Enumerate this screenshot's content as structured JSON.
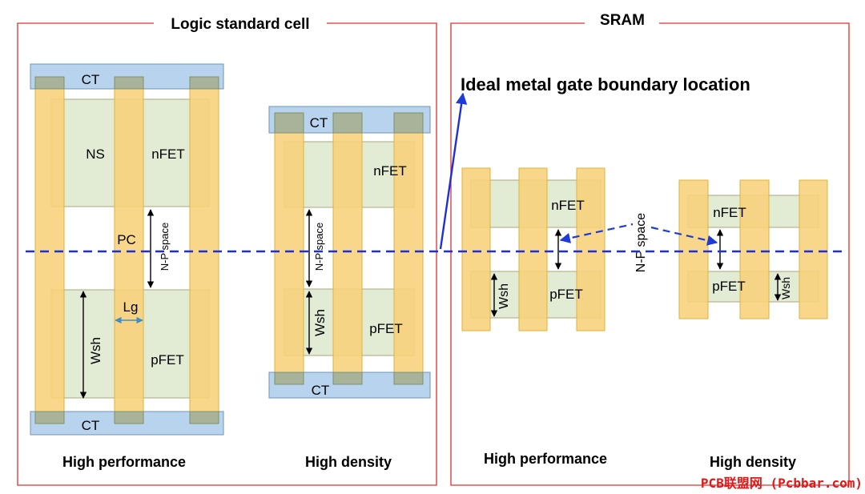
{
  "colors": {
    "frame": "#e03030",
    "gate_fill": "#f7d27a",
    "gate_stroke": "#e2b23a",
    "gate_overlap": "#c9b870",
    "fin_fill": "#e2ecd4",
    "fin_stroke": "#a9a97c",
    "ct_fill": "#b8d3ee",
    "ct_stroke": "#6f94b7",
    "ct_gate_fill": "#a9b39a",
    "boundary_line": "#1f2fd6",
    "np_arrow": "#1f3bd6",
    "watermark": "#e01818"
  },
  "logic": {
    "title": "Logic standard cell",
    "hp": {
      "ct_top": "CT",
      "ct_bottom": "CT",
      "ns": "NS",
      "nfet": "nFET",
      "pfet": "pFET",
      "pc": "PC",
      "np_space": "N-P space",
      "lg": "Lg",
      "wsh": "Wsh",
      "caption": "High performance"
    },
    "hd": {
      "ct_top": "CT",
      "ct_bottom": "CT",
      "nfet": "nFET",
      "pfet": "pFET",
      "np_space": "N-P space",
      "wsh": "Wsh",
      "caption": "High density"
    }
  },
  "sram": {
    "title": "SRAM",
    "boundary_label": "Ideal metal gate boundary location",
    "np_space": "N-P space",
    "hp": {
      "nfet": "nFET",
      "pfet": "pFET",
      "wsh": "Wsh",
      "caption": "High performance"
    },
    "hd": {
      "nfet": "nFET",
      "pfet": "pFET",
      "wsh": "Wsh",
      "caption": "High density"
    }
  },
  "watermark": "PCB联盟网 (Pcbbar.com)"
}
